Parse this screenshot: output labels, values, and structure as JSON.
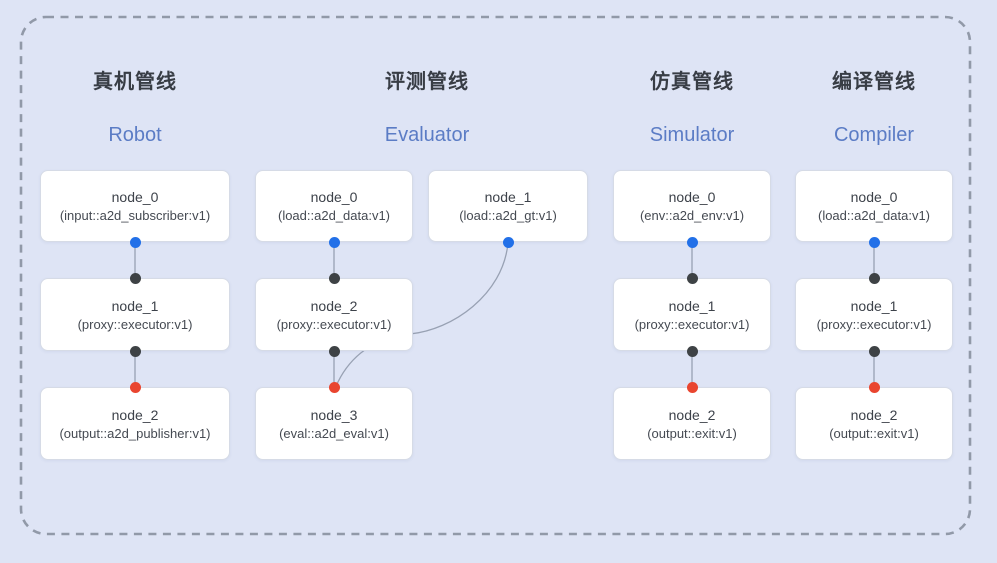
{
  "diagram": {
    "background_color": "#dee4f5",
    "frame": {
      "style": "dashed rounded rectangle",
      "border_color": "#9199a8"
    },
    "colors": {
      "source_port_dot": "#2270e8",
      "proxy_port_dot": "#3e4245",
      "sink_port_dot": "#e9452f",
      "edge_line": "#98a1b3",
      "title_zh_color": "#383d45",
      "title_en_color": "#5b7cc5",
      "node_background": "#ffffff",
      "node_border": "#d6dbe6"
    },
    "pipelines": [
      {
        "id": "robot",
        "title_zh": "真机管线",
        "title_en": "Robot",
        "nodes": [
          {
            "name": "node_0",
            "type": "(input::a2d_subscriber:v1)"
          },
          {
            "name": "node_1",
            "type": "(proxy::executor:v1)"
          },
          {
            "name": "node_2",
            "type": "(output::a2d_publisher:v1)"
          }
        ]
      },
      {
        "id": "evaluator",
        "title_zh": "评测管线",
        "title_en": "Evaluator",
        "nodes": [
          {
            "name": "node_0",
            "type": "(load::a2d_data:v1)"
          },
          {
            "name": "node_1",
            "type": "(load::a2d_gt:v1)"
          },
          {
            "name": "node_2",
            "type": "(proxy::executor:v1)"
          },
          {
            "name": "node_3",
            "type": "(eval::a2d_eval:v1)"
          }
        ]
      },
      {
        "id": "simulator",
        "title_zh": "仿真管线",
        "title_en": "Simulator",
        "nodes": [
          {
            "name": "node_0",
            "type": "(env::a2d_env:v1)"
          },
          {
            "name": "node_1",
            "type": "(proxy::executor:v1)"
          },
          {
            "name": "node_2",
            "type": "(output::exit:v1)"
          }
        ]
      },
      {
        "id": "compiler",
        "title_zh": "编译管线",
        "title_en": "Compiler",
        "nodes": [
          {
            "name": "node_0",
            "type": "(load::a2d_data:v1)"
          },
          {
            "name": "node_1",
            "type": "(proxy::executor:v1)"
          },
          {
            "name": "node_2",
            "type": "(output::exit:v1)"
          }
        ]
      }
    ],
    "edges": [
      "robot.node_0 -> robot.node_1",
      "robot.node_1 -> robot.node_2",
      "evaluator.node_0 -> evaluator.node_2",
      "evaluator.node_1 -> evaluator.node_3",
      "evaluator.node_2 -> evaluator.node_3",
      "simulator.node_0 -> simulator.node_1",
      "simulator.node_1 -> simulator.node_2",
      "compiler.node_0 -> compiler.node_1",
      "compiler.node_1 -> compiler.node_2"
    ]
  }
}
